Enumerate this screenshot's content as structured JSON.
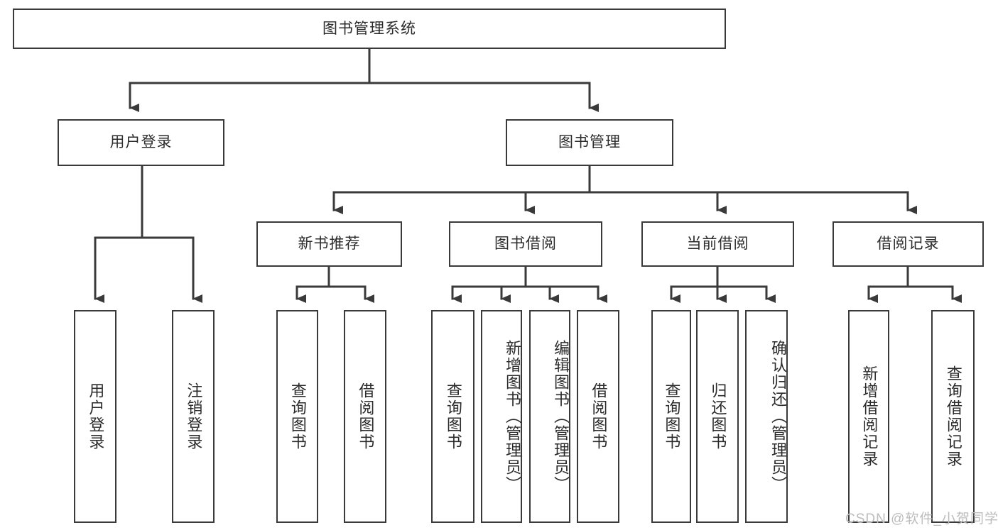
{
  "diagram": {
    "title": "图书管理系统",
    "root": {
      "id": "root",
      "label": "图书管理系统"
    },
    "level2": [
      {
        "id": "user-login",
        "label": "用户登录"
      },
      {
        "id": "book-manage",
        "label": "图书管理"
      }
    ],
    "level3": [
      {
        "id": "new-book-recommend",
        "label": "新书推荐"
      },
      {
        "id": "book-borrow",
        "label": "图书借阅"
      },
      {
        "id": "current-borrow",
        "label": "当前借阅"
      },
      {
        "id": "borrow-record",
        "label": "借阅记录"
      }
    ],
    "leaves": {
      "user_login": [
        {
          "id": "leaf-user-login",
          "label": "用户登录"
        },
        {
          "id": "leaf-logout-login",
          "label": "注销登录"
        }
      ],
      "new_book_recommend": [
        {
          "id": "leaf-query-book-1",
          "label": "查询图书"
        },
        {
          "id": "leaf-borrow-book-1",
          "label": "借阅图书"
        }
      ],
      "book_borrow": [
        {
          "id": "leaf-query-book-2",
          "label": "查询图书"
        },
        {
          "id": "leaf-add-book-admin",
          "label": "新增图书（管理员）"
        },
        {
          "id": "leaf-edit-book-admin",
          "label": "编辑图书（管理员）"
        },
        {
          "id": "leaf-borrow-book-2",
          "label": "借阅图书"
        }
      ],
      "current_borrow": [
        {
          "id": "leaf-query-book-3",
          "label": "查询图书"
        },
        {
          "id": "leaf-return-book",
          "label": "归还图书"
        },
        {
          "id": "leaf-confirm-return-admin",
          "label": "确认归还（管理员）"
        }
      ],
      "borrow_record": [
        {
          "id": "leaf-add-borrow-record",
          "label": "新增借阅记录"
        },
        {
          "id": "leaf-query-borrow-record",
          "label": "查询借阅记录"
        }
      ]
    }
  },
  "watermark": {
    "text": "CSDN @软件_小贺同学"
  },
  "colors": {
    "stroke": "#3a3a3a",
    "text": "#2b2b2b",
    "background": "#ffffff",
    "watermark": "#bcbcbc"
  }
}
